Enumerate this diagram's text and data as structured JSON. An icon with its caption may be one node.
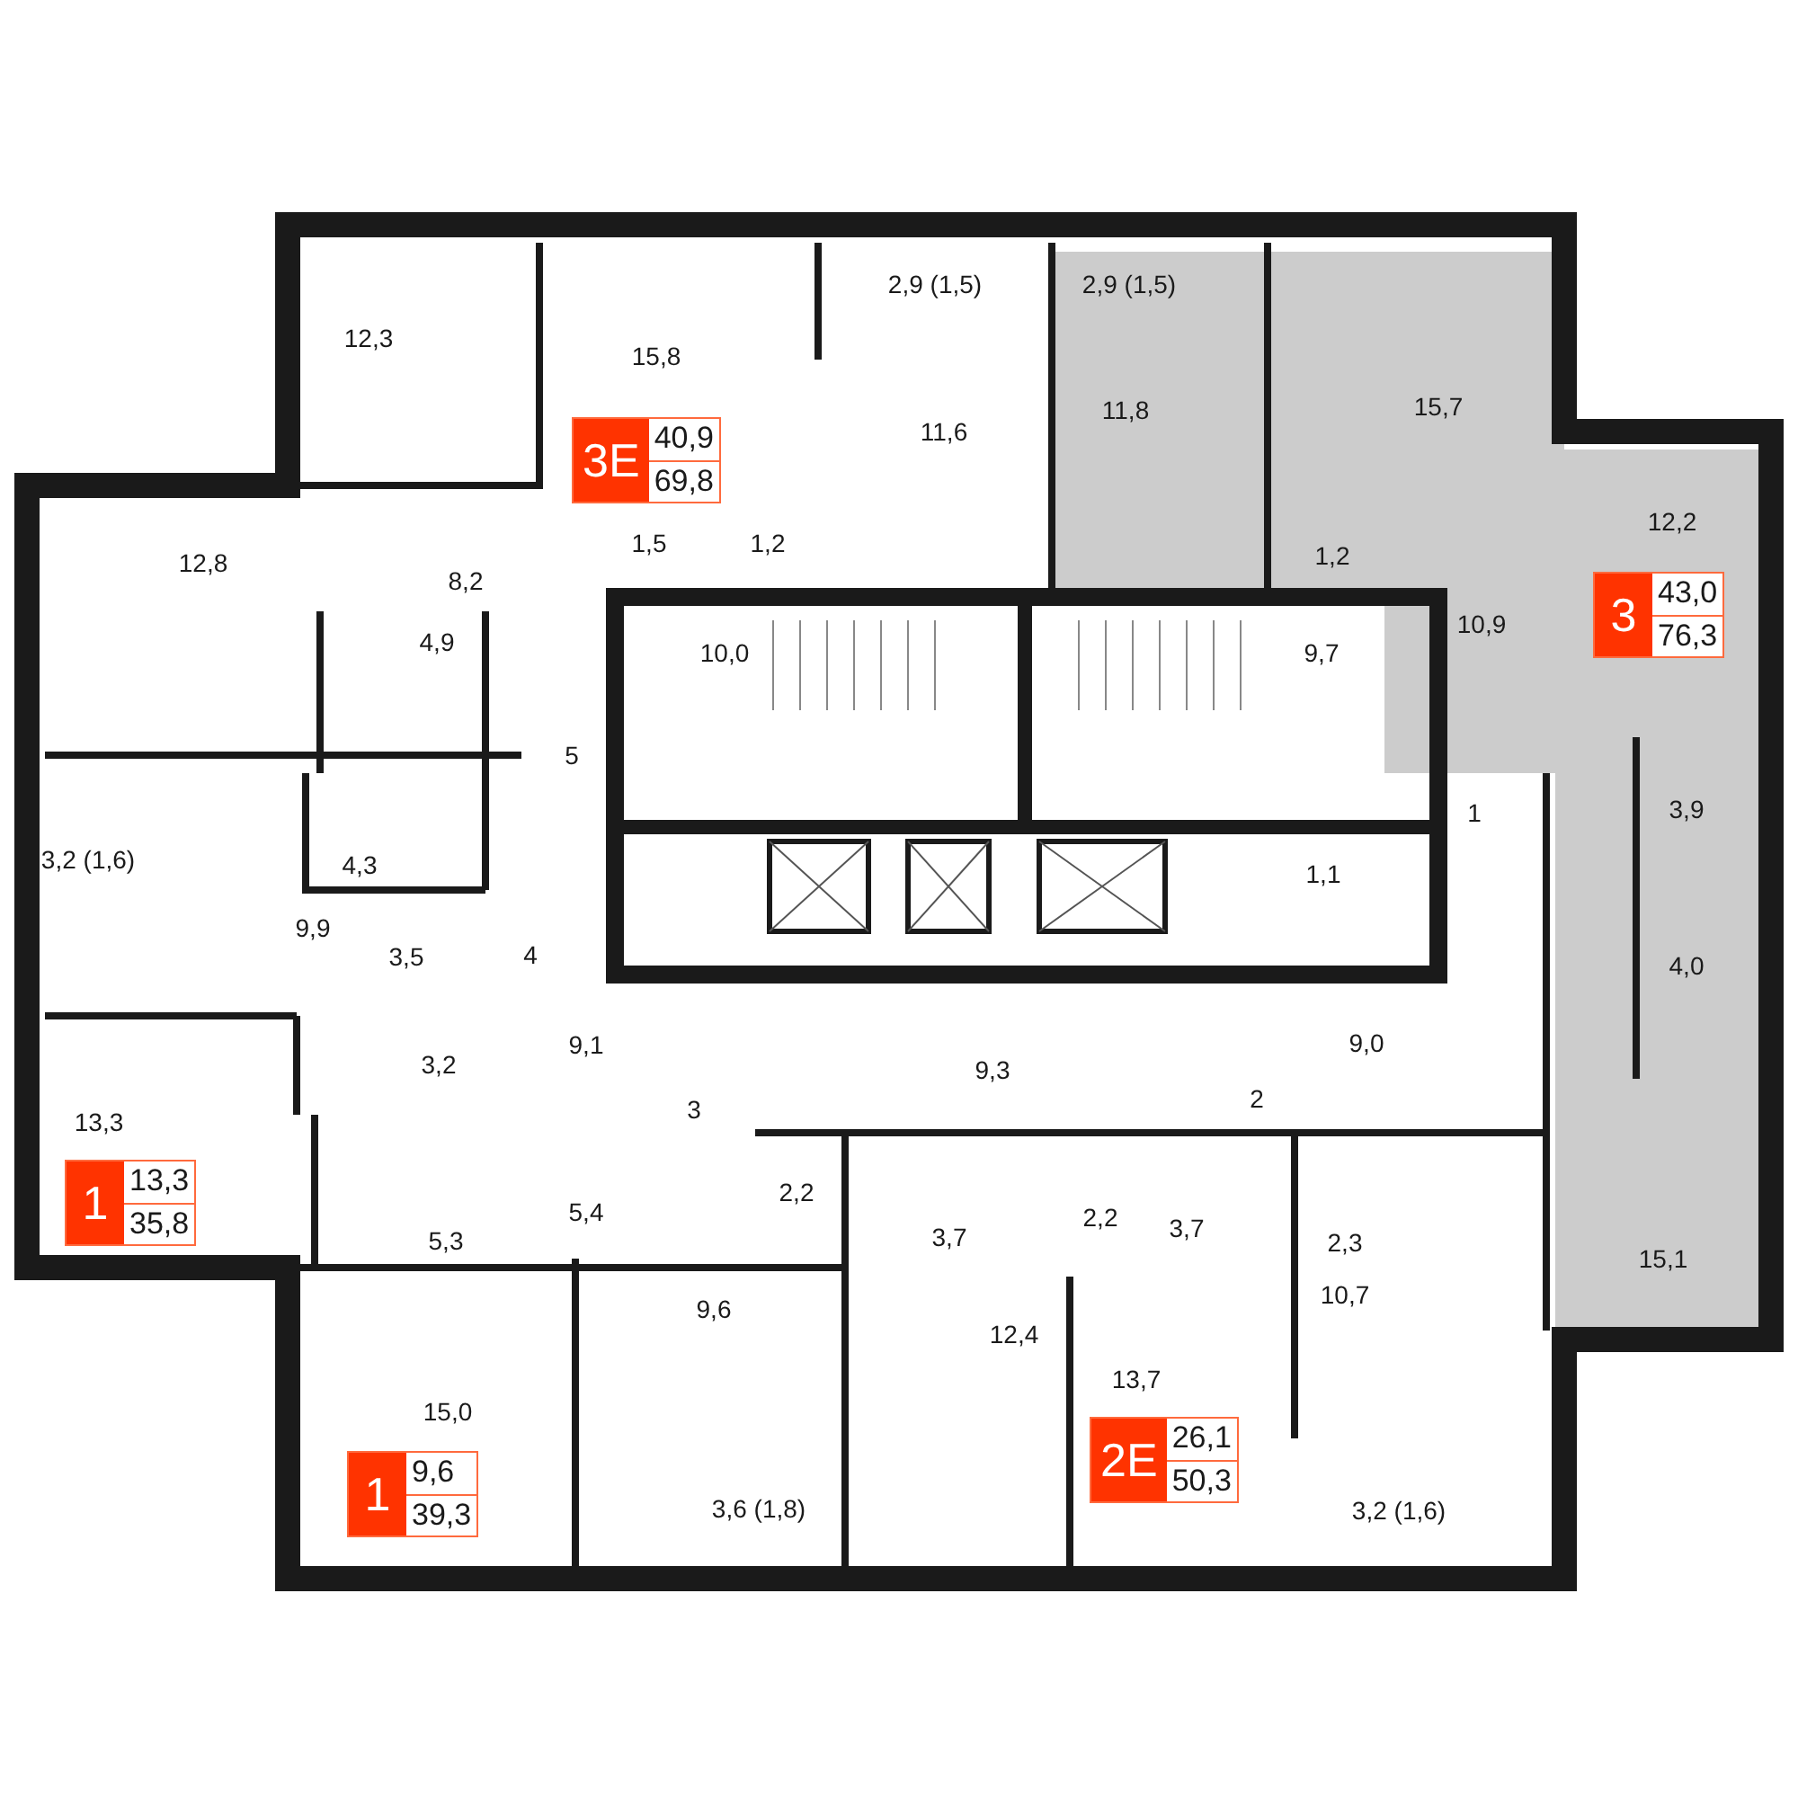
{
  "diagram": {
    "nodes": [
      {
        "text": [
          "3E",
          "40,9",
          "69,8"
        ]
      },
      {
        "text": [
          "3",
          "43,0",
          "76,3"
        ]
      },
      {
        "text": [
          "1",
          "13,3",
          "35,8"
        ]
      },
      {
        "text": [
          "1",
          "9,6",
          "39,3"
        ]
      },
      {
        "text": [
          "2E",
          "26,1",
          "50,3"
        ]
      }
    ],
    "labels": [
      "2,9 (1,5)",
      "2,9 (1,5)",
      "12,3",
      "15,8",
      "11,8",
      "15,7",
      "11,6",
      "12,2",
      "12,8",
      "1,5",
      "1,2",
      "1,2",
      "8,2",
      "4,9",
      "10,0",
      "9,7",
      "10,9",
      "5",
      "1",
      "3,9",
      "4,3",
      "1,1",
      "3,2 (1,6)",
      "9,9",
      "3,5",
      "4",
      "4,0",
      "9,1",
      "9,0",
      "3,2",
      "9,3",
      "2",
      "3",
      "13,3",
      "2,2",
      "5,4",
      "5,3",
      "3,7",
      "2,2",
      "3,7",
      "2,3",
      "15,1",
      "9,6",
      "10,7",
      "12,4",
      "13,7",
      "15,0",
      "3,6 (1,8)",
      "3,2 (1,6)"
    ]
  }
}
